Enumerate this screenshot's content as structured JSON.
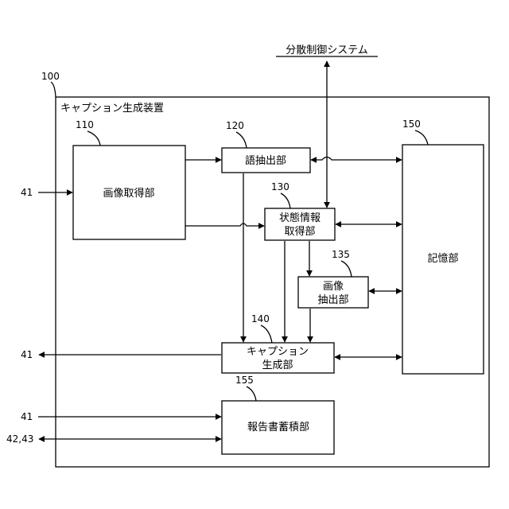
{
  "external_system": "分散制御システム",
  "device": {
    "ref": "100",
    "title": "キャプション生成装置"
  },
  "blocks": {
    "image_acquisition": {
      "ref": "110",
      "label": "画像取得部"
    },
    "word_extraction": {
      "ref": "120",
      "label": "語抽出部"
    },
    "state_info": {
      "ref": "130",
      "label_line1": "状態情報",
      "label_line2": "取得部"
    },
    "image_extraction": {
      "ref": "135",
      "label_line1": "画像",
      "label_line2": "抽出部"
    },
    "caption_generation": {
      "ref": "140",
      "label_line1": "キャプション",
      "label_line2": "生成部"
    },
    "storage": {
      "ref": "150",
      "label": "記憶部"
    },
    "report_accumulation": {
      "ref": "155",
      "label": "報告書蓄積部"
    }
  },
  "external_refs": {
    "input_image": "41",
    "output_caption": "41",
    "report_input": "41",
    "report_io": "42,43"
  }
}
